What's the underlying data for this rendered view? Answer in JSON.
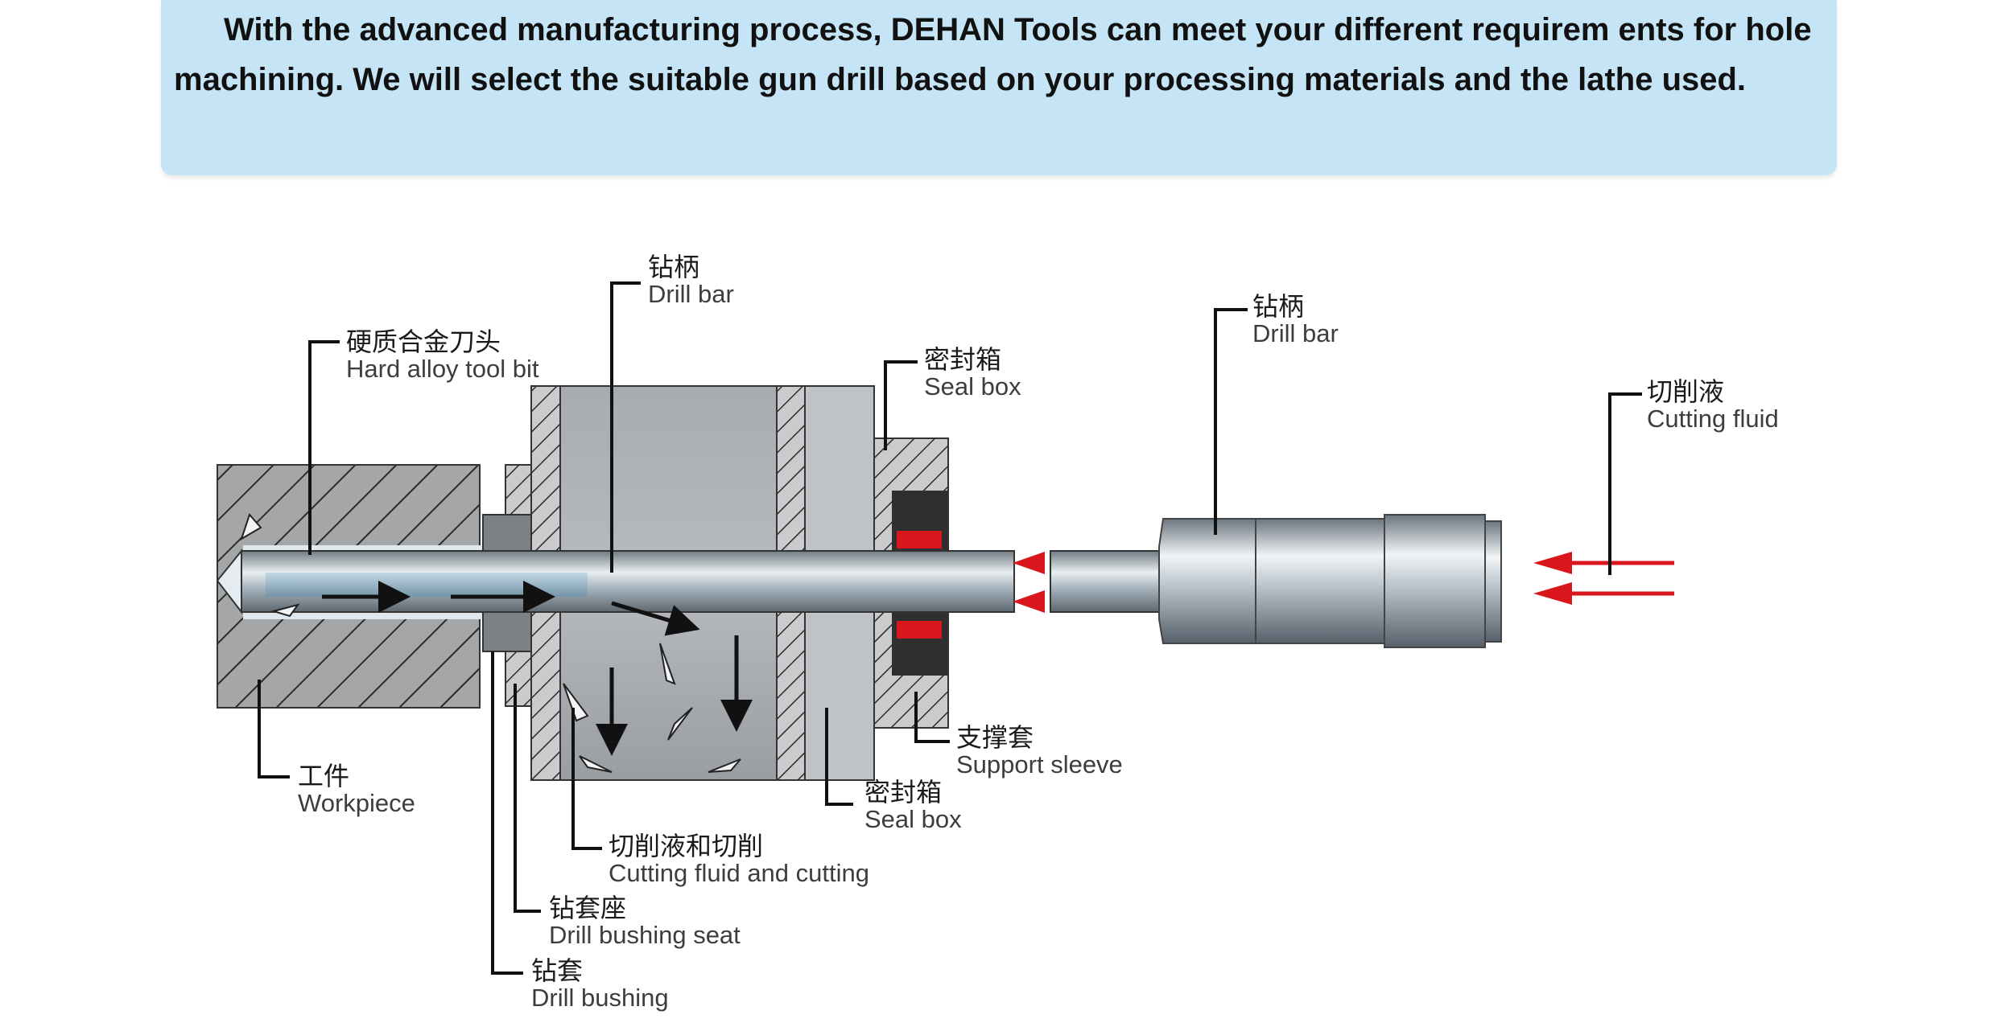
{
  "intro": {
    "text": "With the advanced manufacturing process, DEHAN Tools can meet your different requirem ents for hole  machining. We will select the suitable gun drill based on your processing materials and the lathe used."
  },
  "labels": {
    "drill_bar_left": {
      "zh": "钻柄",
      "en": "Drill bar"
    },
    "drill_bar_right": {
      "zh": "钻柄",
      "en": "Drill bar"
    },
    "hard_alloy": {
      "zh": "硬质合金刀头",
      "en": "Hard alloy tool bit"
    },
    "seal_box_top": {
      "zh": "密封箱",
      "en": "Seal box"
    },
    "cutting_fluid": {
      "zh": "切削液",
      "en": "Cutting fluid"
    },
    "workpiece": {
      "zh": "工件",
      "en": "Workpiece"
    },
    "support_sleeve": {
      "zh": "支撑套",
      "en": "Support sleeve"
    },
    "seal_box_bottom": {
      "zh": "密封箱",
      "en": "Seal box"
    },
    "fluid_and_chips": {
      "zh": "切削液和切削",
      "en": "Cutting fluid and cutting"
    },
    "bushing_seat": {
      "zh": "钻套座",
      "en": "Drill bushing seat"
    },
    "bushing": {
      "zh": "钻套",
      "en": "Drill bushing"
    }
  },
  "colors": {
    "banner": "#c5e5f6",
    "steel": "#9ea3a9",
    "fluid_arrow": "#d8161c",
    "coolant": "#8fb4c8"
  }
}
